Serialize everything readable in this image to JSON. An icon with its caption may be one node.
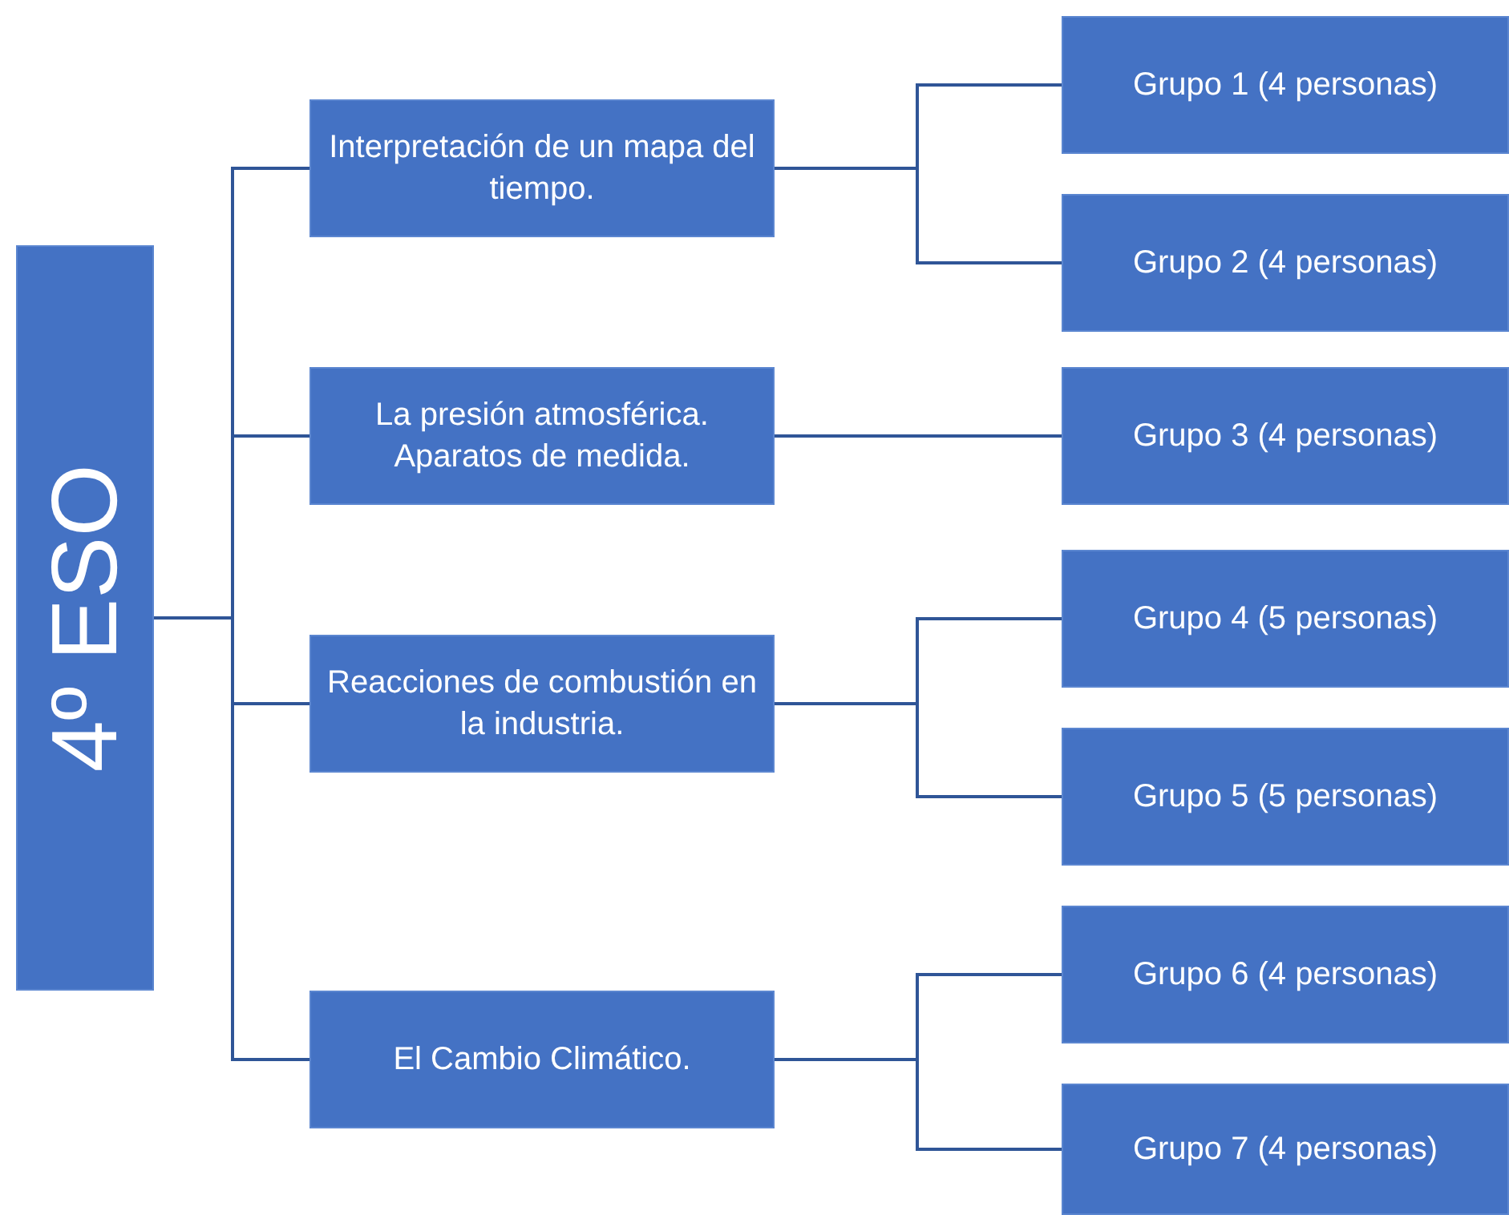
{
  "diagram": {
    "nodes": [
      {
        "text": [
          "4º ESO"
        ]
      },
      {
        "text": [
          "Interpretación de un mapa del tiempo."
        ]
      },
      {
        "text": [
          "La presión atmosférica. Aparatos de medida."
        ]
      },
      {
        "text": [
          "Reacciones de combustión en la industria."
        ]
      },
      {
        "text": [
          "El Cambio Climático."
        ]
      },
      {
        "text": [
          "Grupo 1 (4 personas)"
        ]
      },
      {
        "text": [
          "Grupo 2 (4 personas)"
        ]
      },
      {
        "text": [
          "Grupo 3 (4 personas)"
        ]
      },
      {
        "text": [
          "Grupo 4 (5 personas)"
        ]
      },
      {
        "text": [
          "Grupo 5 (5 personas)"
        ]
      },
      {
        "text": [
          "Grupo 6 (4 personas)"
        ]
      },
      {
        "text": [
          "Grupo 7 (4 personas)"
        ]
      }
    ],
    "edges": [
      {
        "from": 0,
        "to": 1,
        "arrow": "none"
      },
      {
        "from": 0,
        "to": 2,
        "arrow": "none"
      },
      {
        "from": 0,
        "to": 3,
        "arrow": "none"
      },
      {
        "from": 0,
        "to": 4,
        "arrow": "none"
      },
      {
        "from": 1,
        "to": 5,
        "arrow": "none"
      },
      {
        "from": 1,
        "to": 6,
        "arrow": "none"
      },
      {
        "from": 2,
        "to": 7,
        "arrow": "none"
      },
      {
        "from": 3,
        "to": 8,
        "arrow": "none"
      },
      {
        "from": 3,
        "to": 9,
        "arrow": "none"
      },
      {
        "from": 4,
        "to": 10,
        "arrow": "none"
      },
      {
        "from": 4,
        "to": 11,
        "arrow": "none"
      }
    ]
  }
}
